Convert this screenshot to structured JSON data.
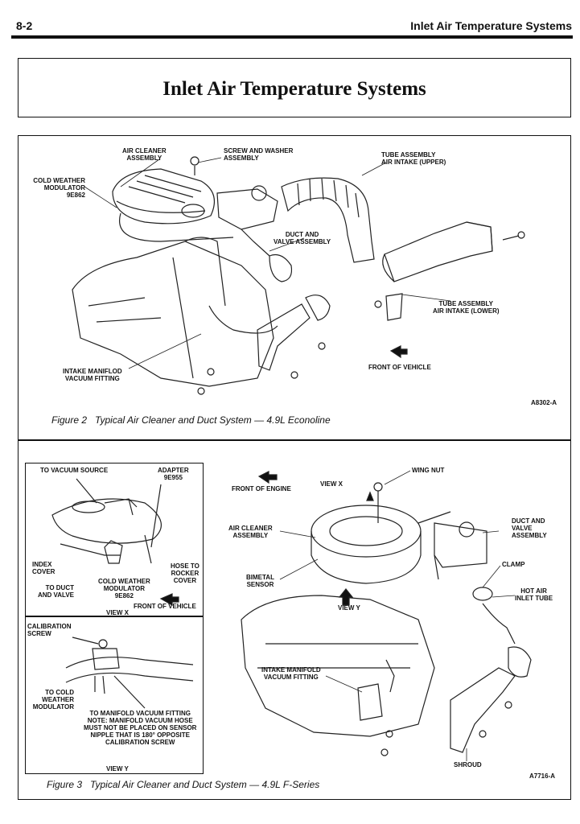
{
  "header": {
    "page_number": "8-2",
    "section_title": "Inlet Air Temperature Systems"
  },
  "title": "Inlet Air Temperature Systems",
  "figure2": {
    "caption_num": "Figure 2",
    "caption_text": "Typical Air Cleaner and Duct System — 4.9L Econoline",
    "code": "A8302-A",
    "labels": {
      "air_cleaner": "AIR CLEANER\nASSEMBLY",
      "screw_washer": "SCREW AND WASHER\nASSEMBLY",
      "tube_upper": "TUBE ASSEMBLY\nAIR INTAKE (UPPER)",
      "cold_weather": "COLD WEATHER\nMODULATOR\n9E862",
      "duct_valve": "DUCT AND\nVALVE ASSEMBLY",
      "tube_lower": "TUBE ASSEMBLY\nAIR INTAKE (LOWER)",
      "intake_manifold": "INTAKE MANIFLOD\nVACUUM FITTING",
      "front_vehicle": "FRONT OF VEHICLE"
    }
  },
  "figure3": {
    "caption_num": "Figure 3",
    "caption_text": "Typical Air Cleaner and Duct System — 4.9L F-Series",
    "code": "A7716-A",
    "inset_x": {
      "vacuum_source": "TO VACUUM SOURCE",
      "adapter": "ADAPTER\n9E955",
      "index_cover": "INDEX\nCOVER",
      "hose_rocker": "HOSE TO\nROCKER\nCOVER",
      "to_duct": "TO DUCT\nAND VALVE",
      "cold_weather": "COLD WEATHER\nMODULATOR\n9E862",
      "front_vehicle": "FRONT OF VEHICLE",
      "view": "VIEW X"
    },
    "inset_y": {
      "calibration": "CALIBRATION\nSCREW",
      "to_cold": "TO COLD\nWEATHER\nMODULATOR",
      "note": "TO MANIFOLD VACUUM FITTING\nNOTE: MANIFOLD VACUUM HOSE\nMUST NOT BE PLACED ON SENSOR\nNIPPLE THAT IS 180° OPPOSITE\nCALIBRATION SCREW",
      "view": "VIEW Y"
    },
    "labels": {
      "wing_nut": "WING NUT",
      "front_engine": "FRONT OF ENGINE",
      "view_x": "VIEW X",
      "air_cleaner": "AIR CLEANER\nASSEMBLY",
      "duct_valve": "DUCT AND\nVALVE\nASSEMBLY",
      "clamp": "CLAMP",
      "bimetal": "BIMETAL\nSENSOR",
      "view_y": "VIEW Y",
      "hot_air": "HOT AIR\nINLET TUBE",
      "intake_manifold": "INTAKE MANIFOLD\nVACUUM FITTING",
      "shroud": "SHROUD"
    }
  }
}
